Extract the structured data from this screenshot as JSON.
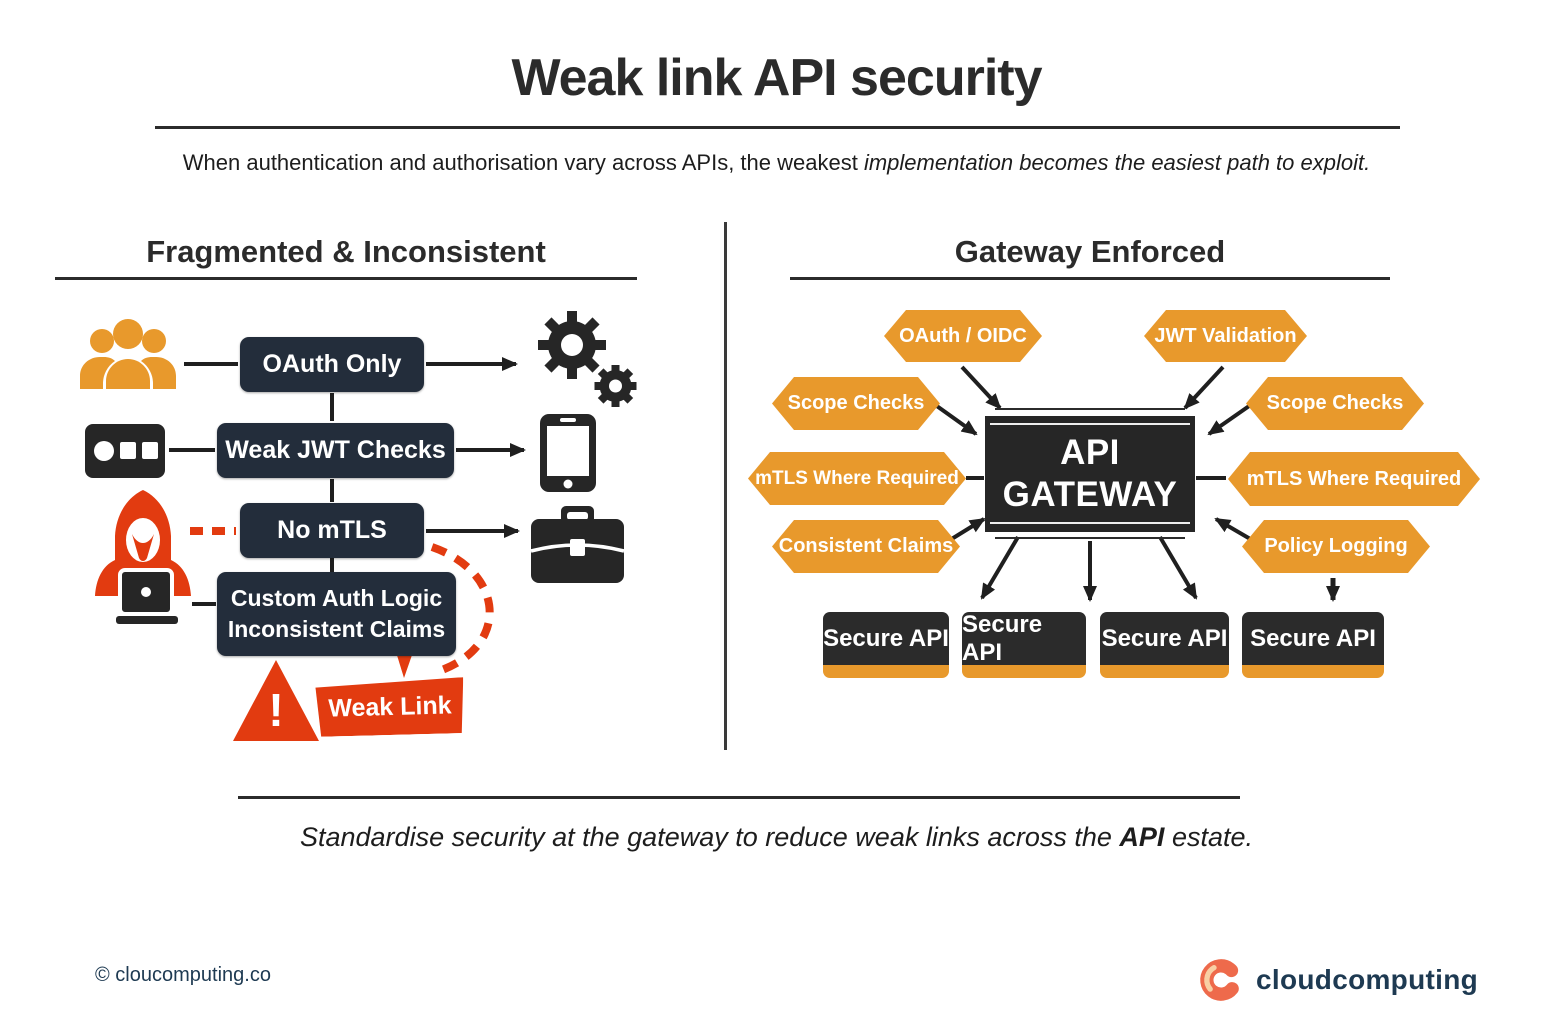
{
  "header": {
    "title": "Weak link API security",
    "subtitle_regular": "When authentication and authorisation vary across APIs, the weakest ",
    "subtitle_italic": "implementation becomes the easiest path to exploit."
  },
  "left_panel": {
    "heading": "Fragmented & Inconsistent",
    "rows": [
      {
        "source_icon": "users-icon",
        "label": "OAuth Only",
        "target_icon": "gears-icon"
      },
      {
        "source_icon": "credentials-icon",
        "label": "Weak JWT Checks",
        "target_icon": "smartphone-icon"
      },
      {
        "source_icon": "hacker-icon",
        "label": "No mTLS",
        "target_icon": "briefcase-icon"
      },
      {
        "source_icon": "hacker-icon",
        "label_line1": "Custom Auth Logic",
        "label_line2": "Inconsistent Claims"
      }
    ],
    "warning": {
      "mark": "!",
      "label": "Weak Link"
    }
  },
  "right_panel": {
    "heading": "Gateway Enforced",
    "badges": [
      {
        "label": "OAuth / OIDC"
      },
      {
        "label": "JWT Validation"
      },
      {
        "label": "Scope Checks"
      },
      {
        "label": "Scope Checks"
      },
      {
        "label": "mTLS Where Required"
      },
      {
        "label": "mTLS Where Required"
      },
      {
        "label": "Consistent Claims"
      },
      {
        "label": "Policy Logging"
      }
    ],
    "gateway": {
      "line1": "API",
      "line2": "GATEWAY"
    },
    "secure_apis": [
      {
        "label": "Secure API"
      },
      {
        "label": "Secure API"
      },
      {
        "label": "Secure API"
      },
      {
        "label": "Secure API"
      }
    ]
  },
  "footer_note": {
    "regular_start": "Standardise security at the gateway to reduce weak links across the ",
    "bold": "API",
    "regular_end": " estate."
  },
  "footer": {
    "copyright": "© cloucomputing.co",
    "brand": "cloudcomputing",
    "logo_icon": "brand-c-icon"
  },
  "colors": {
    "orange": "#E8992C",
    "red": "#E23B10",
    "navy_box": "#232D3B",
    "dark": "#262626",
    "text": "#2B2B2B",
    "footer_navy": "#1E3A52",
    "brand_coral": "#EE6A4B"
  }
}
